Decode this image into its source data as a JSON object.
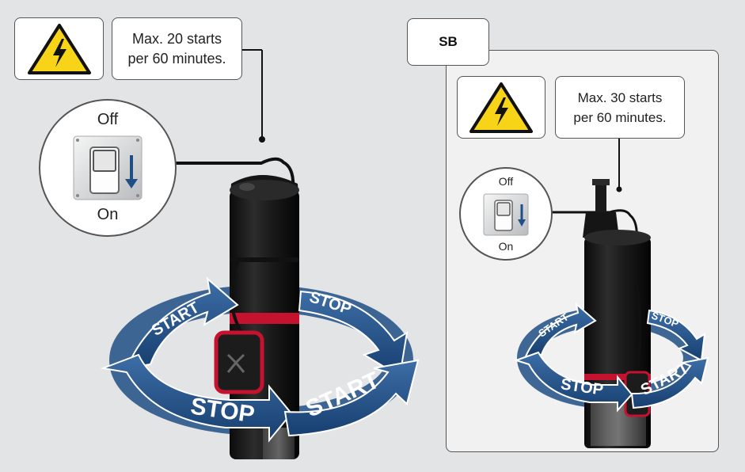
{
  "left": {
    "note": "Max. 20 starts\nper 60 minutes.",
    "switch_off": "Off",
    "switch_on": "On",
    "arrow_labels": [
      "START",
      "STOP",
      "STOP",
      "START"
    ]
  },
  "right": {
    "tab_label": "SB",
    "note": "Max. 30 starts\nper 60 minutes.",
    "switch_off": "Off",
    "switch_on": "On",
    "arrow_labels": [
      "START",
      "STOP",
      "STOP",
      "START"
    ]
  },
  "colors": {
    "warning_yellow": "#f7d417",
    "arrow_blue": "#1f4f86",
    "pump_red": "#c4122f"
  }
}
